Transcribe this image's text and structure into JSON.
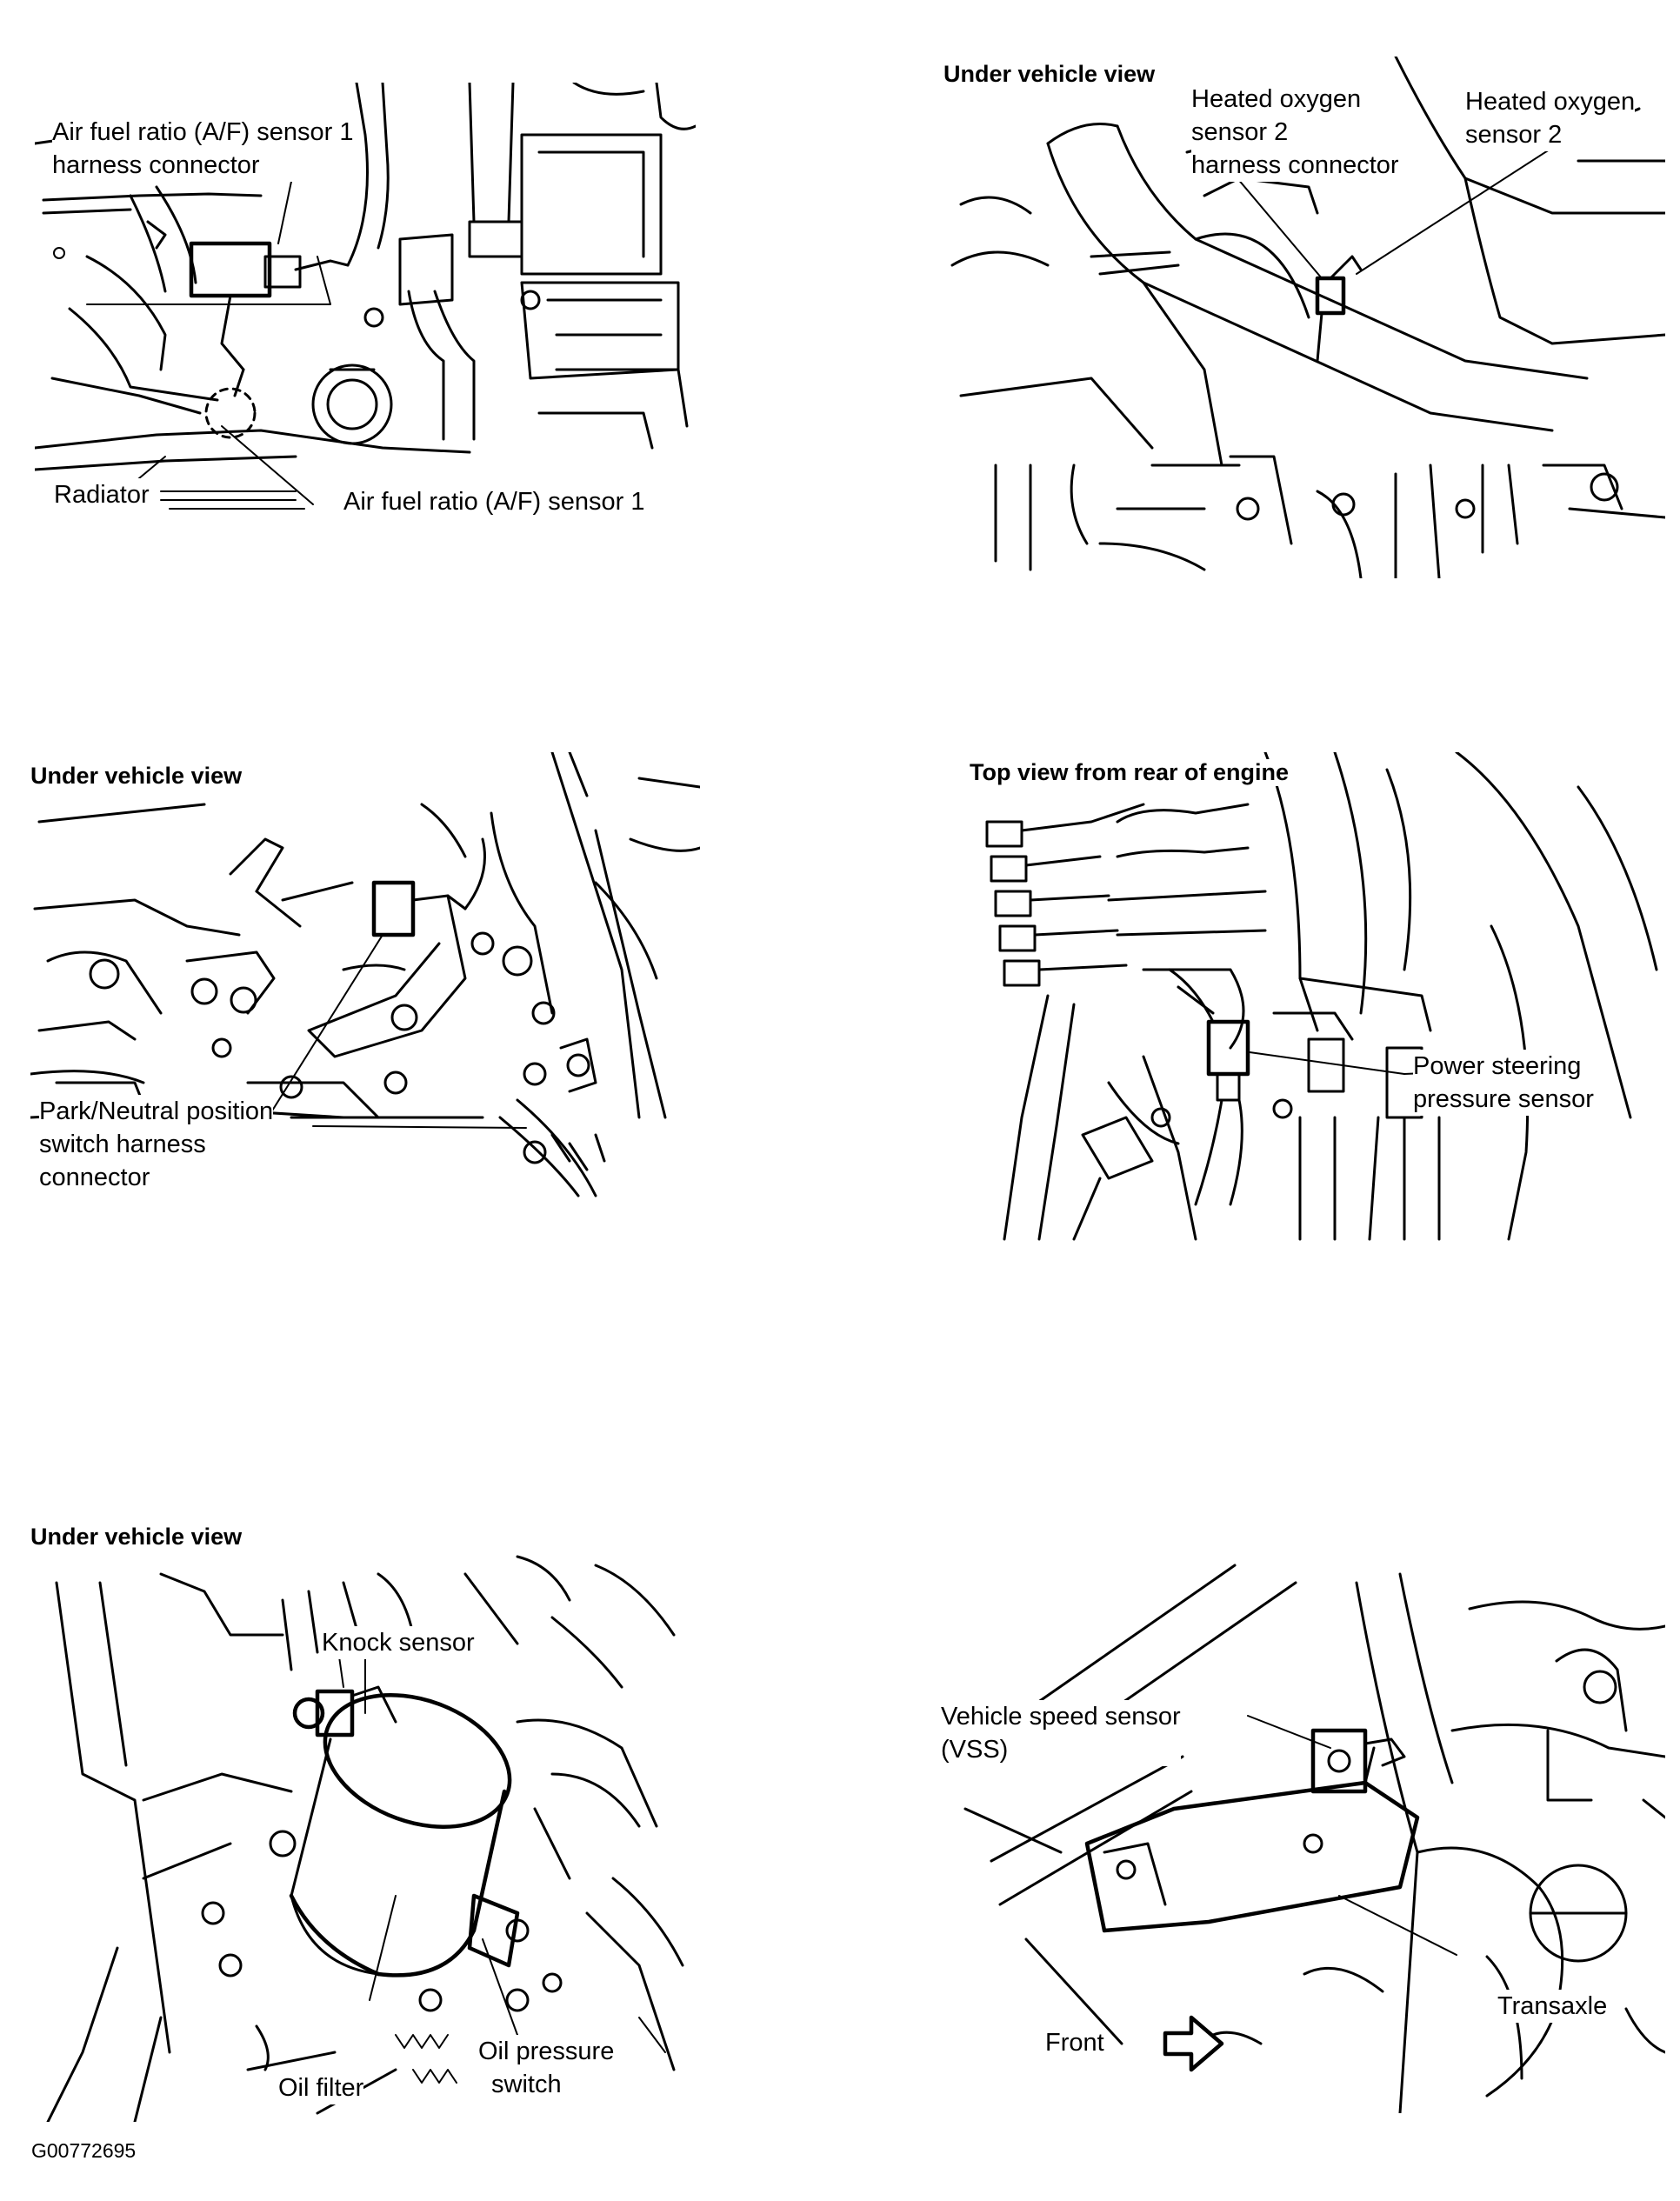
{
  "panels": {
    "p1": {
      "labels": {
        "af_connector": [
          "Air fuel ratio (A/F) sensor 1",
          "harness connector"
        ],
        "radiator": "Radiator",
        "af_sensor": "Air fuel ratio (A/F) sensor 1"
      }
    },
    "p2": {
      "heading": "Under vehicle view",
      "labels": {
        "ho2_connector": [
          "Heated oxygen",
          "sensor 2",
          "harness connector"
        ],
        "ho2_sensor": [
          "Heated oxygen",
          "sensor 2"
        ]
      }
    },
    "p3": {
      "heading": "Under vehicle view",
      "labels": {
        "pnp_connector": [
          "Park/Neutral position",
          "switch harness",
          "connector"
        ]
      }
    },
    "p4": {
      "heading": "Top view from rear of engine",
      "labels": {
        "ps_sensor": [
          "Power steering",
          "pressure sensor"
        ]
      }
    },
    "p5": {
      "heading": "Under vehicle view",
      "labels": {
        "knock_sensor": "Knock sensor",
        "oil_pressure_switch": [
          "Oil pressure",
          "switch"
        ],
        "oil_filter": "Oil filter"
      }
    },
    "p6": {
      "labels": {
        "vss": [
          "Vehicle speed sensor",
          "(VSS)"
        ],
        "front": "Front",
        "transaxle": "Transaxle"
      }
    }
  },
  "figure_code": "G00772695",
  "icons": [
    "front-arrow-icon"
  ],
  "colors": {
    "ink": "#000000",
    "paper": "#ffffff"
  }
}
